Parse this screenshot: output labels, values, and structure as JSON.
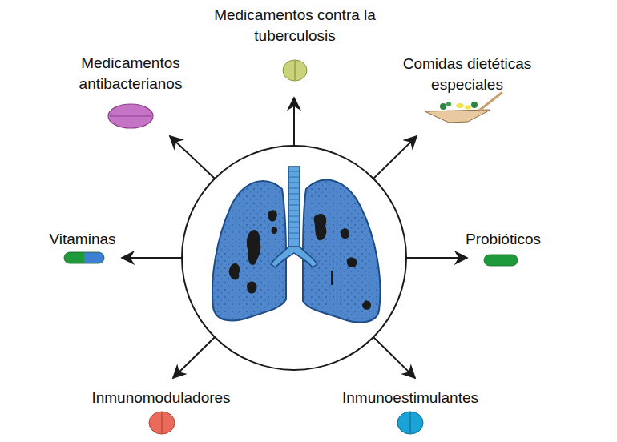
{
  "diagram": {
    "labels": [
      "Medicamentos contra la tuberculosis",
      "Medicamentos antibacterianos",
      "Comidas dietéticas especiales",
      "Vitaminas",
      "Probióticos",
      "Inmunomoduladores",
      "Inmunoestimulantes"
    ]
  }
}
